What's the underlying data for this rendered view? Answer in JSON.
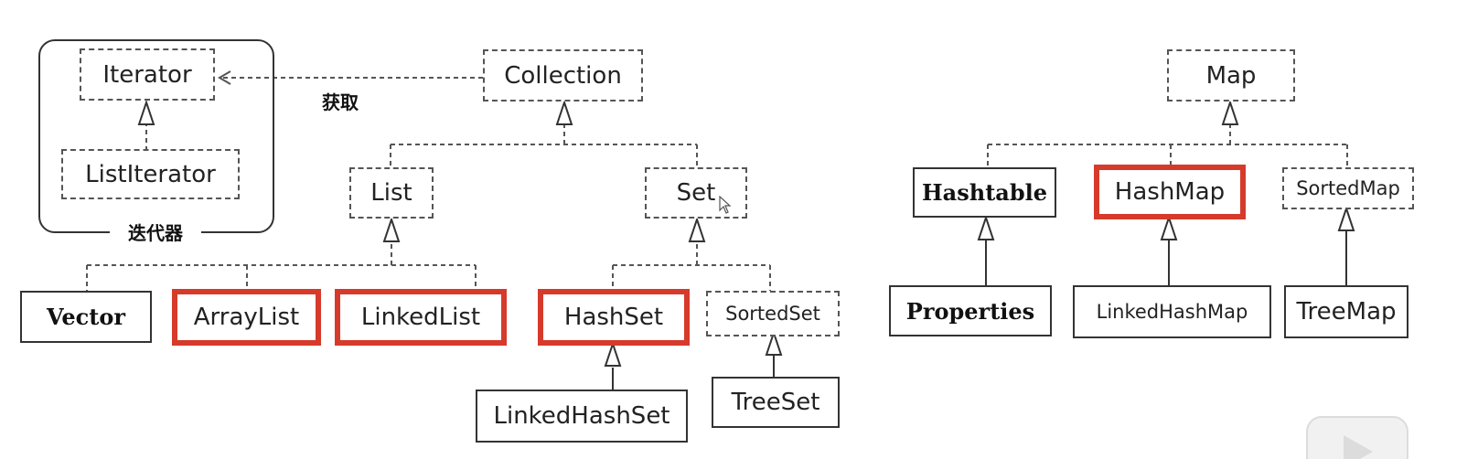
{
  "iterators": {
    "caption": "迭代器",
    "get_label": "获取",
    "iterator": "Iterator",
    "list_iterator": "ListIterator"
  },
  "collection": {
    "root": "Collection",
    "list": "List",
    "set": "Set",
    "vector": "Vector",
    "array_list": "ArrayList",
    "linked_list": "LinkedList",
    "hash_set": "HashSet",
    "sorted_set": "SortedSet",
    "linked_hash_set": "LinkedHashSet",
    "tree_set": "TreeSet"
  },
  "map": {
    "root": "Map",
    "hashtable": "Hashtable",
    "hash_map": "HashMap",
    "sorted_map": "SortedMap",
    "properties": "Properties",
    "linked_hash_map": "LinkedHashMap",
    "tree_map": "TreeMap"
  },
  "colors": {
    "highlight": "#d63a2b",
    "line": "#555555"
  }
}
